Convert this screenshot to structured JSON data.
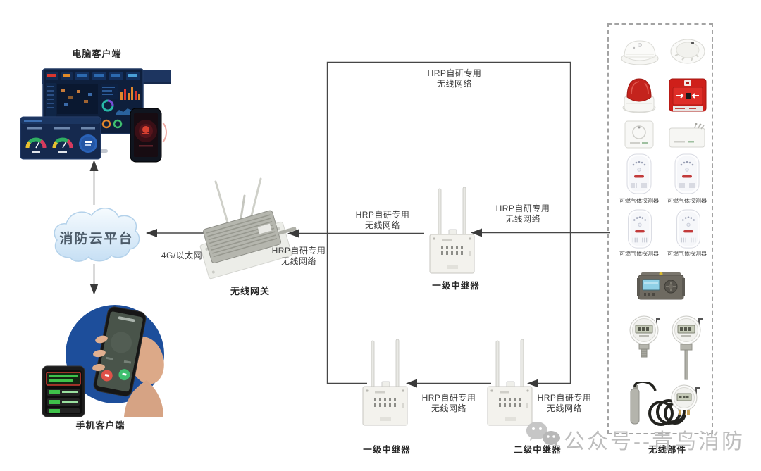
{
  "nodes": {
    "computer_client": {
      "label": "电脑客户端"
    },
    "cloud_platform": {
      "label": "消防云平台"
    },
    "mobile_client": {
      "label": "手机客户端"
    },
    "wireless_gateway": {
      "label": "无线网关"
    },
    "repeater_level1_mid": {
      "label": "一级中继器"
    },
    "repeater_level1_bottom": {
      "label": "一级中继器"
    },
    "repeater_level2": {
      "label": "二级中继器"
    },
    "wireless_components": {
      "label": "无线部件"
    }
  },
  "connections": {
    "hrp_network": {
      "line1": "HRP自研专用",
      "line2": "无线网络"
    },
    "wan": {
      "label": "4G/以太网"
    }
  },
  "devices": {
    "gas_detector_label": "可燃气体探测器"
  },
  "watermark": {
    "text": "公众号--青鸟消防"
  },
  "icons": {
    "wechat": "wechat-icon"
  },
  "colors": {
    "line": "#464646",
    "cloud_fill": "#cfe4f6",
    "alarm_red": "#c8231d",
    "watermark_gray": "#bdbdbd"
  }
}
